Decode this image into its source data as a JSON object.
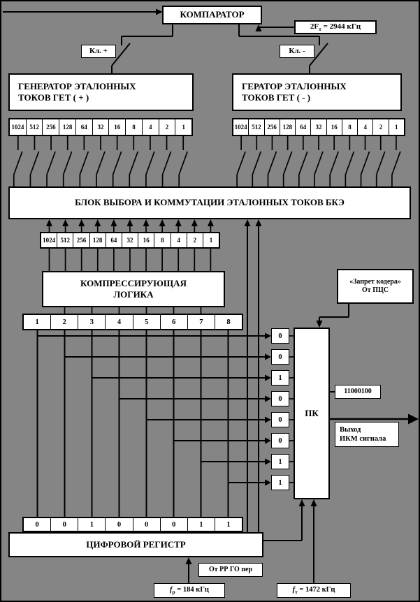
{
  "comparator": {
    "label": "КОМПАРАТОР"
  },
  "clock_2ft": {
    "prefix": "2F",
    "sub": "т",
    "rest": " = 2944 кГц"
  },
  "switch_plus": {
    "label": "Кл. +"
  },
  "switch_minus": {
    "label": "Кл. -"
  },
  "gen_plus": {
    "line1": "ГЕНЕРАТОР  ЭТАЛОННЫХ",
    "line2": "ТОКОВ ГЕТ ( + )"
  },
  "gen_minus": {
    "line1": "ГЕРАТОР  ЭТАЛОННЫХ",
    "line2": "ТОКОВ ГЕТ ( - )"
  },
  "weights": [
    "1024",
    "512",
    "256",
    "128",
    "64",
    "32",
    "16",
    "8",
    "4",
    "2",
    "1"
  ],
  "bke": {
    "label": "БЛОК ВЫБОРА И КОММУТАЦИИ ЭТАЛОННЫХ ТОКОВ БКЭ"
  },
  "logic": {
    "line1": "КОМПРЕССИРУЮЩАЯ",
    "line2": "ЛОГИКА"
  },
  "inhibit": {
    "line1": "«Запрет кодера»",
    "line2": "От ПЦС"
  },
  "digit_positions": [
    "1",
    "2",
    "3",
    "4",
    "5",
    "6",
    "7",
    "8"
  ],
  "pk": {
    "label": "ПК",
    "bits": [
      "0",
      "0",
      "1",
      "0",
      "0",
      "0",
      "1",
      "1"
    ],
    "code": "11000100"
  },
  "output": {
    "line1": "Выход",
    "line2": "ИКМ  сигнала"
  },
  "register": {
    "label": "ЦИФРОВОЙ РЕГИСТР",
    "bits": [
      "0",
      "0",
      "1",
      "0",
      "0",
      "0",
      "1",
      "1"
    ]
  },
  "from_rr": {
    "label": "От РР ГО пер"
  },
  "freq_p": {
    "sym": "f",
    "sub": "р",
    "rest": " = 184 кГц"
  },
  "freq_t": {
    "sym": "f",
    "sub": "т",
    "rest": " = 1472 кГц"
  }
}
